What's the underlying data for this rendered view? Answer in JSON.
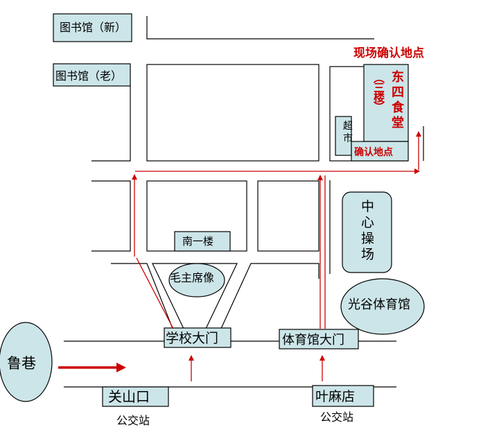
{
  "labels": {
    "library_new": "图书馆（新）",
    "library_old": "图书馆（老）",
    "confirm_point_top": "现场确认地点",
    "dongsi_canteen": "东四食堂",
    "third_floor": "（三楼）",
    "supermarket": "超市",
    "confirm_point": "确认地点",
    "nan_yi_lou": "南一楼",
    "central_field": "中心操场",
    "mao_statue": "毛主席像",
    "guanggu_gym": "光谷体育馆",
    "school_gate": "学校大门",
    "gym_gate": "体育馆大门",
    "luxiang": "鲁巷",
    "guanshankou": "关山口",
    "yemadian": "叶麻店",
    "bus_stop_left": "公交站",
    "bus_stop_right": "公交站"
  },
  "colors": {
    "building_fill": "#cce5e8",
    "route": "#cc0000",
    "line": "#000000"
  }
}
